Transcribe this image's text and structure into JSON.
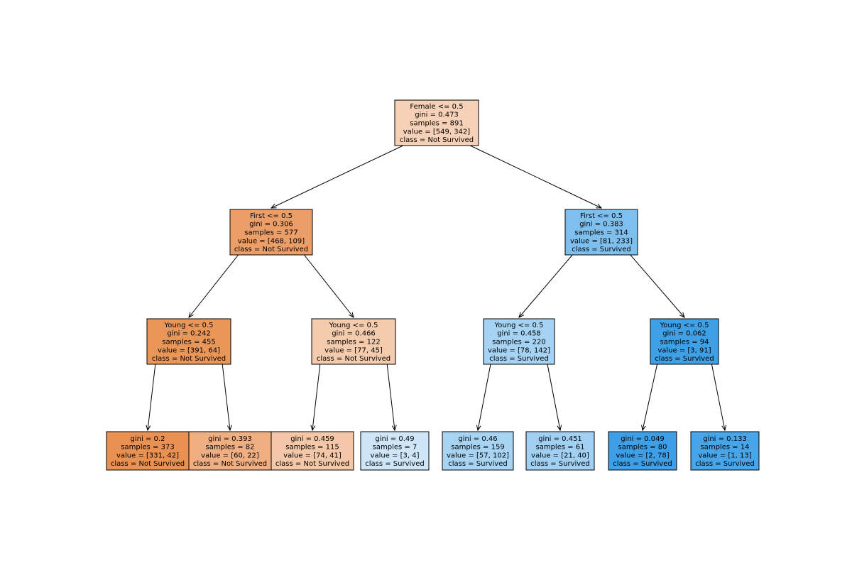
{
  "tree": {
    "nodes": [
      {
        "id": "n0",
        "lines": [
          "Female <= 0.5",
          "gini = 0.473",
          "samples = 891",
          "value = [549, 342]",
          "class = Not Survived"
        ],
        "fill": "#f6d1b7"
      },
      {
        "id": "n1",
        "lines": [
          "First <= 0.5",
          "gini = 0.306",
          "samples = 577",
          "value = [468, 109]",
          "class = Not Survived"
        ],
        "fill": "#eb9e67"
      },
      {
        "id": "n2",
        "lines": [
          "First <= 0.5",
          "gini = 0.383",
          "samples = 314",
          "value = [81, 233]",
          "class = Survived"
        ],
        "fill": "#7ebfee"
      },
      {
        "id": "n3",
        "lines": [
          "Young <= 0.5",
          "gini = 0.242",
          "samples = 455",
          "value = [391, 64]",
          "class = Not Survived"
        ],
        "fill": "#e99659"
      },
      {
        "id": "n4",
        "lines": [
          "Young <= 0.5",
          "gini = 0.466",
          "samples = 122",
          "value = [77, 45]",
          "class = Not Survived"
        ],
        "fill": "#f4cbad"
      },
      {
        "id": "n5",
        "lines": [
          "Young <= 0.5",
          "gini = 0.458",
          "samples = 220",
          "value = [78, 142]",
          "class = Survived"
        ],
        "fill": "#a6d3f3"
      },
      {
        "id": "n6",
        "lines": [
          "Young <= 0.5",
          "gini = 0.062",
          "samples = 94",
          "value = [3, 91]",
          "class = Survived"
        ],
        "fill": "#3fa0e6"
      },
      {
        "id": "n7",
        "lines": [
          "gini = 0.2",
          "samples = 373",
          "value = [331, 42]",
          "class = Not Survived"
        ],
        "fill": "#e89152"
      },
      {
        "id": "n8",
        "lines": [
          "gini = 0.393",
          "samples = 82",
          "value = [60, 22]",
          "class = Not Survived"
        ],
        "fill": "#efaf82"
      },
      {
        "id": "n9",
        "lines": [
          "gini = 0.459",
          "samples = 115",
          "value = [74, 41]",
          "class = Not Survived"
        ],
        "fill": "#f3c7a7"
      },
      {
        "id": "n10",
        "lines": [
          "gini = 0.49",
          "samples = 7",
          "value = [3, 4]",
          "class = Survived"
        ],
        "fill": "#cee6f8"
      },
      {
        "id": "n11",
        "lines": [
          "gini = 0.46",
          "samples = 159",
          "value = [57, 102]",
          "class = Survived"
        ],
        "fill": "#a8d4f4"
      },
      {
        "id": "n12",
        "lines": [
          "gini = 0.451",
          "samples = 61",
          "value = [21, 40]",
          "class = Survived"
        ],
        "fill": "#a1d0f3"
      },
      {
        "id": "n13",
        "lines": [
          "gini = 0.049",
          "samples = 80",
          "value = [2, 78]",
          "class = Survived"
        ],
        "fill": "#3e9fe6"
      },
      {
        "id": "n14",
        "lines": [
          "gini = 0.133",
          "samples = 14",
          "value = [1, 13]",
          "class = Survived"
        ],
        "fill": "#48a5e7"
      }
    ],
    "edges": [
      [
        "n0",
        "n1"
      ],
      [
        "n0",
        "n2"
      ],
      [
        "n1",
        "n3"
      ],
      [
        "n1",
        "n4"
      ],
      [
        "n2",
        "n5"
      ],
      [
        "n2",
        "n6"
      ],
      [
        "n3",
        "n7"
      ],
      [
        "n3",
        "n8"
      ],
      [
        "n4",
        "n9"
      ],
      [
        "n4",
        "n10"
      ],
      [
        "n5",
        "n11"
      ],
      [
        "n5",
        "n12"
      ],
      [
        "n6",
        "n13"
      ],
      [
        "n6",
        "n14"
      ]
    ]
  }
}
